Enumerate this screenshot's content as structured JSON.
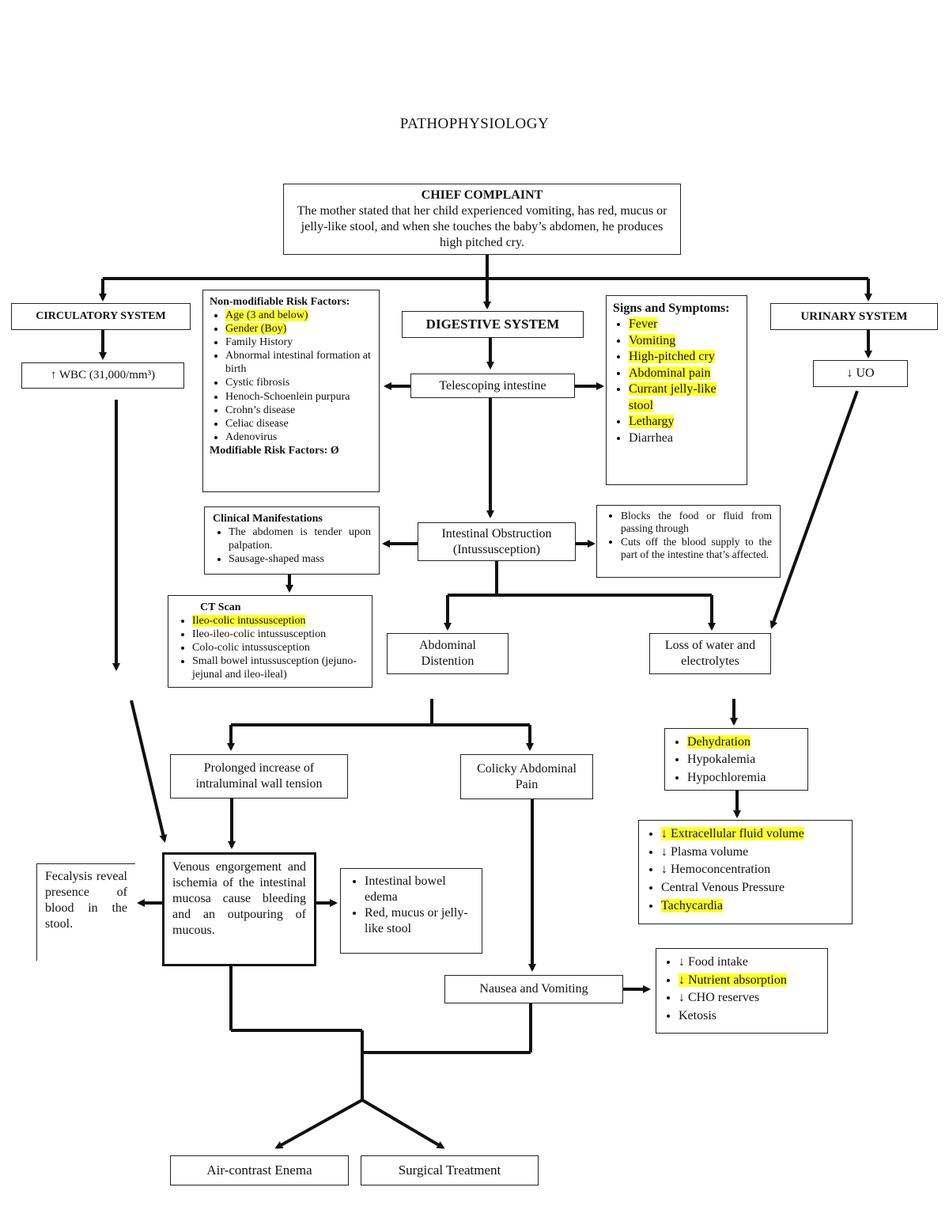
{
  "title": "PATHOPHYSIOLOGY",
  "highlight_color": "#ffff33",
  "chief": {
    "heading": "CHIEF COMPLAINT",
    "text": "The mother stated that her child experienced vomiting, has red, mucus or jelly-like stool, and when she touches the baby’s abdomen, he produces high pitched cry."
  },
  "circulatory": {
    "heading": "CIRCULATORY SYSTEM",
    "wbc": "↑ WBC (31,000/mm³)"
  },
  "digestive": {
    "heading": "DIGESTIVE SYSTEM",
    "telescoping": "Telescoping intestine"
  },
  "urinary": {
    "heading": "URINARY SYSTEM",
    "uo": "↓ UO"
  },
  "risk": {
    "heading": "Non-modifiable Risk Factors:",
    "items": [
      "Age (3 and below)",
      "Gender (Boy)",
      "Family History",
      "Abnormal intestinal formation at birth",
      "Cystic fibrosis",
      "Henoch-Schoenlein purpura",
      " Crohn’s disease",
      "Celiac disease",
      "Adenovirus"
    ],
    "footer": "Modifiable Risk Factors: Ø"
  },
  "signs": {
    "heading": "Signs and Symptoms:",
    "items": [
      "Fever",
      "Vomiting",
      "High-pitched cry",
      "Abdominal pain",
      "Currant jelly-like stool",
      "Lethargy",
      "Diarrhea"
    ]
  },
  "clinical": {
    "heading": "Clinical Manifestations",
    "items": [
      "The abdomen is tender upon palpation.",
      "Sausage-shaped mass"
    ]
  },
  "obstruction": {
    "line1": "Intestinal Obstruction",
    "line2": "(Intussusception)"
  },
  "blocks": {
    "items": [
      "Blocks the food or fluid from passing through",
      "Cuts off the blood supply to the part of the intestine that’s affected."
    ]
  },
  "ct": {
    "heading": "CT Scan",
    "items": [
      "Ileo-colic intussusception",
      "Ileo-ileo-colic intussusception",
      "Colo-colic intussusception",
      "Small bowel intussusception (jejuno-jejunal and ileo-ileal)"
    ]
  },
  "distention": "Abdominal Distention",
  "loss": "Loss of water and electrolytes",
  "dehydration": {
    "items": [
      "Dehydration",
      "Hypokalemia",
      "Hypochloremia"
    ]
  },
  "prolonged": "Prolonged increase of intraluminal wall tension",
  "colicky": "Colicky Abdominal Pain",
  "extracell": {
    "items": [
      "↓ Extracellular fluid volume",
      "↓ Plasma volume",
      "↓ Hemoconcentration",
      "Central Venous Pressure",
      "Tachycardia"
    ]
  },
  "fecalysis": "Fecalysis reveal presence of blood in the stool.",
  "venous": "Venous engorgement and ischemia of the intestinal mucosa cause bleeding and an outpouring of mucous.",
  "bowel": {
    "items": [
      "Intestinal bowel edema",
      "Red, mucus or jelly-like stool"
    ]
  },
  "nausea": "Nausea and Vomiting",
  "food": {
    "items": [
      "↓ Food intake",
      "↓ Nutrient absorption",
      "↓ CHO reserves",
      "Ketosis"
    ]
  },
  "enema": "Air-contrast Enema",
  "surgical": "Surgical Treatment"
}
